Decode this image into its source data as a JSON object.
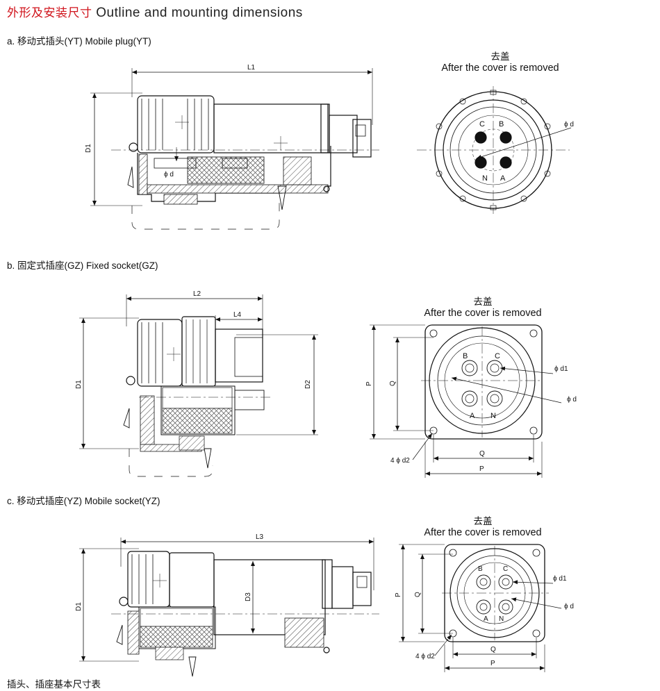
{
  "title": {
    "cn": "外形及安装尺寸",
    "en": "Outline and mounting dimensions"
  },
  "sections": [
    {
      "label": "a. 移动式插头(YT)  Mobile plug(YT)"
    },
    {
      "label": "b. 固定式插座(GZ)  Fixed socket(GZ)"
    },
    {
      "label": "c. 移动式插座(YZ)  Mobile socket(YZ)"
    }
  ],
  "cover_view": {
    "cn": "去盖",
    "en": "After the cover is removed"
  },
  "dims": {
    "L1": "L1",
    "L2": "L2",
    "L3": "L3",
    "L4": "L4",
    "D1": "D1",
    "D2": "D2",
    "D3": "D3",
    "P": "P",
    "Q": "Q",
    "phi_d": "ϕ d",
    "phi_d1": "ϕ d1",
    "phi_d2": "4 ϕ d2"
  },
  "pins": {
    "A": "A",
    "B": "B",
    "C": "C",
    "N": "N"
  },
  "footer": "插头、插座基本尺寸表"
}
